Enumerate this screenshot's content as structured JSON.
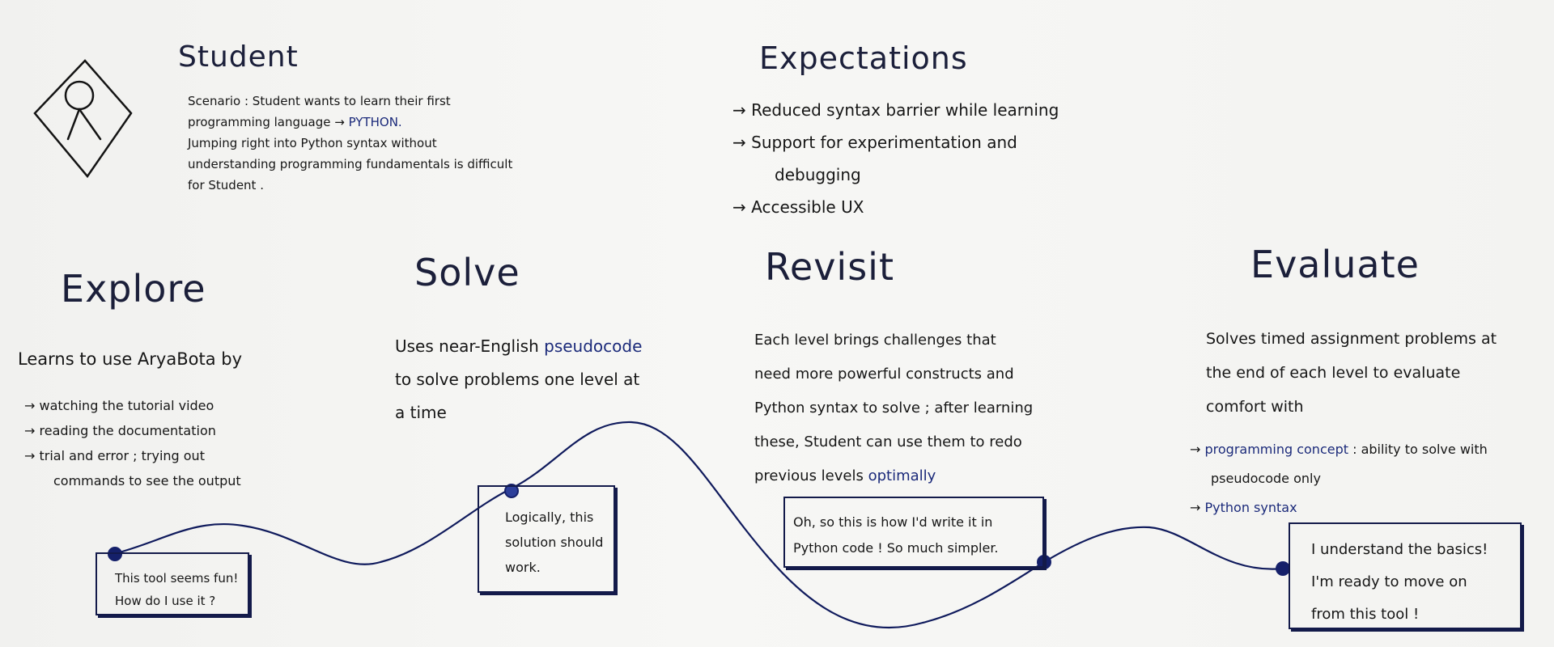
{
  "student": {
    "title": "Student",
    "scenario": [
      "Scenario : Student wants to learn their first",
      "programming language →",
      "Jumping right into Python syntax without",
      "understanding programming fundamentals is difficult",
      "for Student ."
    ],
    "python_word": "PYTHON."
  },
  "expectations": {
    "title": "Expectations",
    "items": [
      "Reduced syntax barrier while learning",
      "Support for experimentation and",
      "debugging",
      "Accessible UX"
    ]
  },
  "stages": {
    "explore": {
      "title": "Explore",
      "intro": "Learns to use AryaBota by",
      "items": [
        "watching the tutorial video",
        "reading the documentation",
        "trial and error ; trying out",
        "commands to see the output"
      ],
      "note": [
        "This tool seems fun!",
        "How do I use it ?"
      ]
    },
    "solve": {
      "title": "Solve",
      "desc": [
        "Uses near-English",
        "to solve problems one level at",
        "a time"
      ],
      "highlight": "pseudocode",
      "note": [
        "Logically, this",
        "solution should",
        "work."
      ]
    },
    "revisit": {
      "title": "Revisit",
      "desc": [
        "Each level brings challenges that",
        "need more powerful constructs and",
        "Python syntax to solve ; after learning",
        "these, Student can use them to redo",
        "previous levels"
      ],
      "highlight": "optimally",
      "note": [
        "Oh, so this is how I'd write it in",
        "Python code ! So much simpler."
      ]
    },
    "evaluate": {
      "title": "Evaluate",
      "desc": [
        "Solves timed assignment problems at",
        "the end of each level to evaluate",
        "comfort with"
      ],
      "items": [
        {
          "highlight": "programming concept",
          "rest": " : ability to solve with"
        },
        {
          "highlight": "",
          "rest": "pseudocode only"
        },
        {
          "highlight": "Python syntax",
          "rest": ""
        }
      ],
      "note": [
        "I understand the basics!",
        "I'm ready to move on",
        "from this tool !"
      ]
    }
  },
  "colors": {
    "ink": "#161616",
    "blue_ink": "#1b2a7a",
    "curve": "#0f1a5c",
    "dot": "#15206a"
  }
}
